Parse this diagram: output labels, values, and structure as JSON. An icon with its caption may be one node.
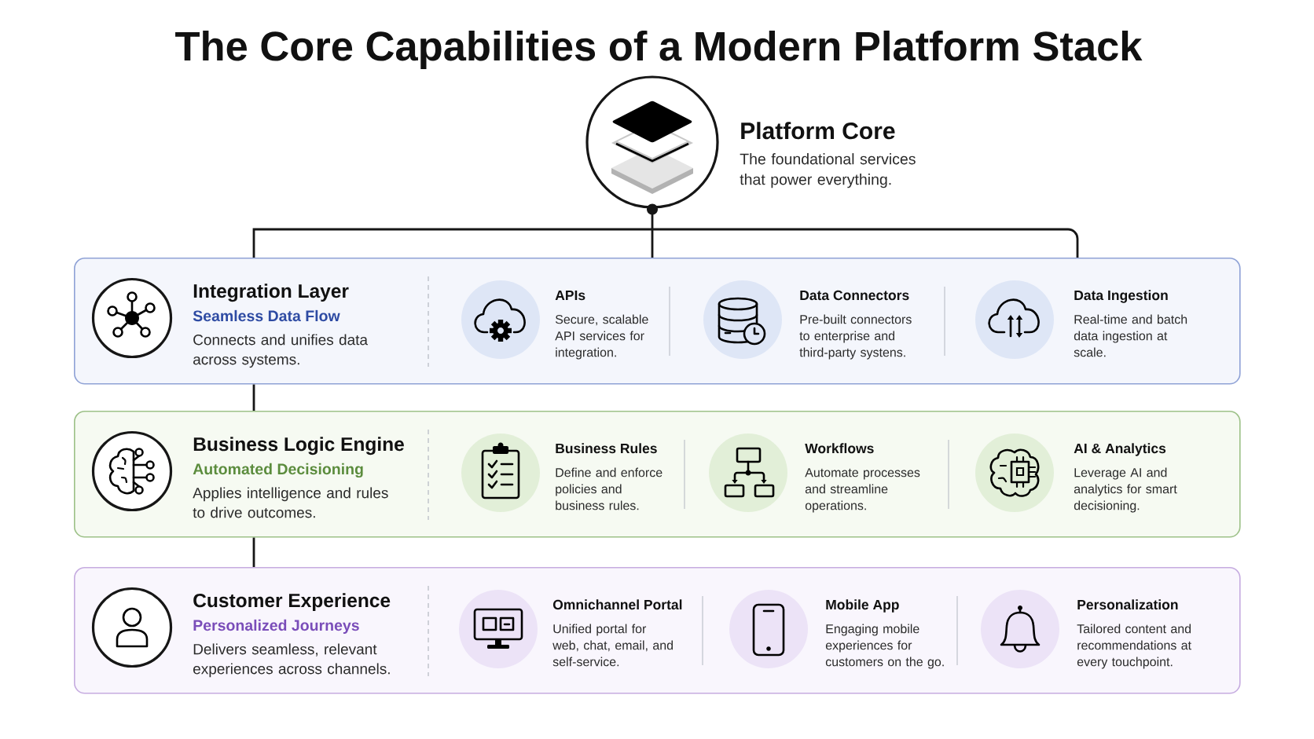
{
  "diagram": {
    "title": "The Core Capabilities of a Modern Platform Stack",
    "nodes": [
      {
        "text": [
          "Platform Core",
          "The foundational services that power everything."
        ]
      },
      {
        "text": [
          "Integration Layer",
          "Seamless Data Flow",
          "Connects and unifies data across systems."
        ]
      },
      {
        "text": [
          "APIs",
          "Secure, scalable API services for integration."
        ],
        "in": 1
      },
      {
        "text": [
          "Data Connectors",
          "Pre-built connectors to enterprise and third-party systens."
        ],
        "in": 1
      },
      {
        "text": [
          "Data Ingestion",
          "Real-time and batch data ingestion at scale."
        ],
        "in": 1
      },
      {
        "text": [
          "Business Logic Engine",
          "Automated Decisioning",
          "Applies intelligence and rules to drive outcomes."
        ]
      },
      {
        "text": [
          "Business Rules",
          "Define and enforce policies and business rules."
        ],
        "in": 5
      },
      {
        "text": [
          "Workflows",
          "Automate processes and streamline operations."
        ],
        "in": 5
      },
      {
        "text": [
          "AI & Analytics",
          "Leverage AI and analytics for smart decisioning."
        ],
        "in": 5
      },
      {
        "text": [
          "Customer Experience",
          "Personalized Journeys",
          "Delivers seamless, relevant experiences across channels."
        ]
      },
      {
        "text": [
          "Omnichannel Portal",
          "Unified portal for web, chat, email, and self-service."
        ],
        "in": 9
      },
      {
        "text": [
          "Mobile App",
          "Engaging mobile experiences for customers on the go."
        ],
        "in": 9
      },
      {
        "text": [
          "Personalization",
          "Tailored content and recommendations at every touchpoint."
        ],
        "in": 9
      }
    ],
    "edges": [
      {
        "from": 0,
        "to": 1,
        "arrow": "other"
      },
      {
        "from": 1,
        "to": 5,
        "arrow": "none"
      },
      {
        "from": 5,
        "to": 9,
        "arrow": "none"
      }
    ]
  }
}
